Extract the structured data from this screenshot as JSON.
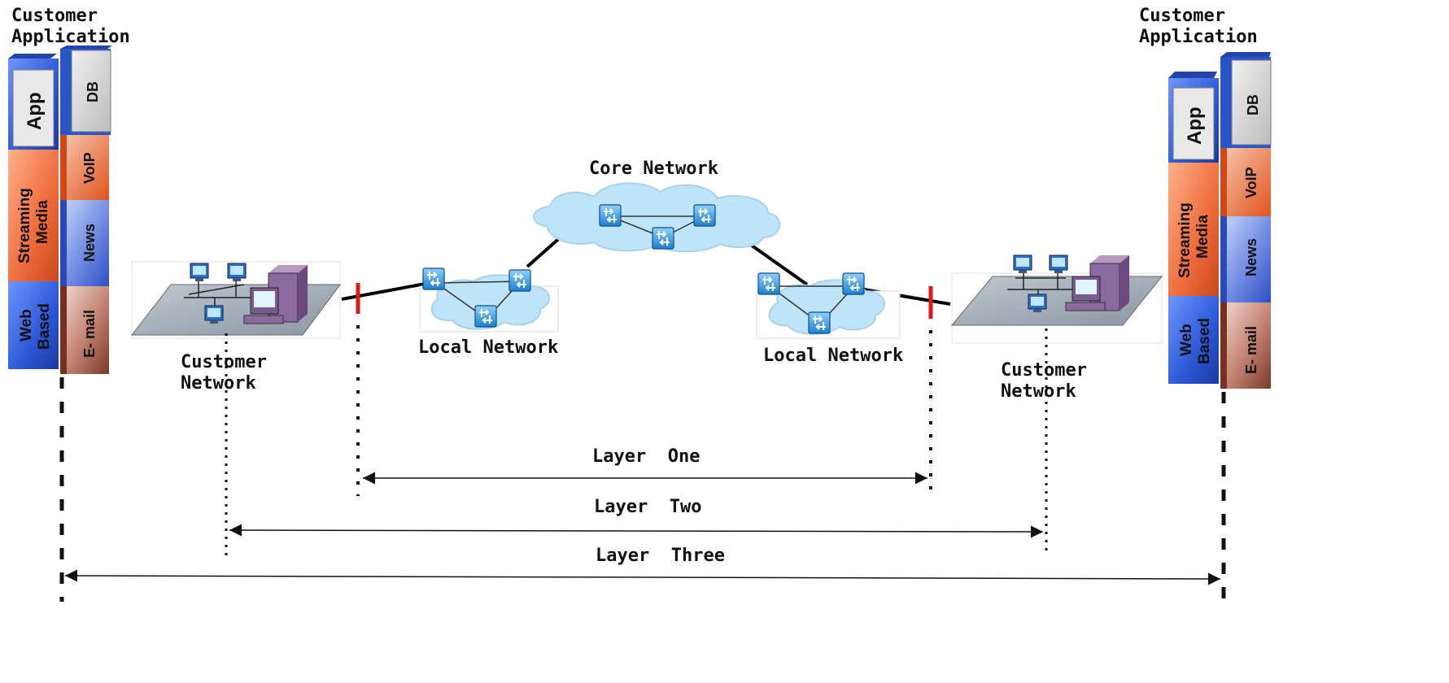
{
  "colors": {
    "blue": "#2a55c8",
    "orange": "#e86a3a",
    "brown": "#8a4a3a",
    "gray": "#d9d9d9",
    "cloud": "#bfe3f7",
    "router": "#3aa0e0",
    "red_marker": "#e01818"
  },
  "left_stack": {
    "title_line1": "Customer",
    "title_line2": "Application",
    "app": "App",
    "db": "DB",
    "streaming": "Streaming",
    "media": "Media",
    "voip": "VoIP",
    "news": "News",
    "web": "Web",
    "based": "Based",
    "email": "E- mail"
  },
  "right_stack": {
    "title_line1": "Customer",
    "title_line2": "Application",
    "app": "App",
    "db": "DB",
    "streaming": "Streaming",
    "media": "Media",
    "voip": "VoIP",
    "news": "News",
    "web": "Web",
    "based": "Based",
    "email": "E- mail"
  },
  "networks": {
    "core": "Core Network",
    "local_left": "Local Network",
    "local_right": "Local Network",
    "customer_left_1": "Customer",
    "customer_left_2": "Network",
    "customer_right_1": "Customer",
    "customer_right_2": "Network"
  },
  "layers": {
    "one": "Layer  One",
    "two": "Layer  Two",
    "three": "Layer  Three"
  },
  "icons": {
    "router": "router-icon",
    "pc": "pc-icon",
    "server": "server-icon"
  }
}
